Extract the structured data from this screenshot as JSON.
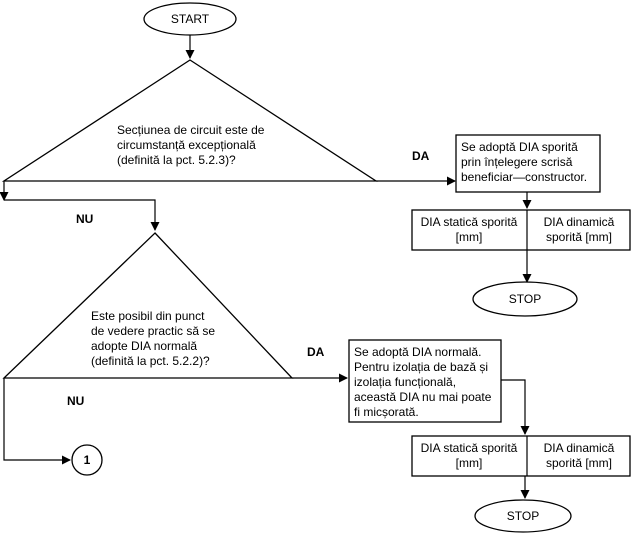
{
  "start": {
    "label": "START"
  },
  "decision1": {
    "lines": [
      "Secțiunea de circuit este de",
      "circumstanță excepțională",
      "(definită la pct. 5.2.3)?"
    ],
    "yes_label": "DA",
    "no_label": "NU"
  },
  "process1": {
    "lines": [
      "Se adoptă  DIA  sporită",
      "prin  înțelegere  scrisă",
      "beneficiar—constructor."
    ],
    "col_left": [
      "DIA statică sporită",
      "[mm]"
    ],
    "col_right": [
      "DIA dinamică",
      "sporită [mm]"
    ]
  },
  "stop1": {
    "label": "STOP"
  },
  "decision2": {
    "lines": [
      "Este posibil din punct",
      "de vedere practic să se",
      "adopte DIA normală",
      "(definită la pct. 5.2.2)?"
    ],
    "yes_label": "DA",
    "no_label": "NU"
  },
  "process2": {
    "lines": [
      "Se adoptă DIA normală.",
      "Pentru izolația de bază și",
      "izolația funcțională,",
      "această DIA nu mai poate",
      "fi micșorată."
    ],
    "col_left": [
      "DIA statică sporită",
      "[mm]"
    ],
    "col_right": [
      "DIA dinamică",
      "sporită [mm]"
    ]
  },
  "stop2": {
    "label": "STOP"
  },
  "connector": {
    "label": "1"
  }
}
